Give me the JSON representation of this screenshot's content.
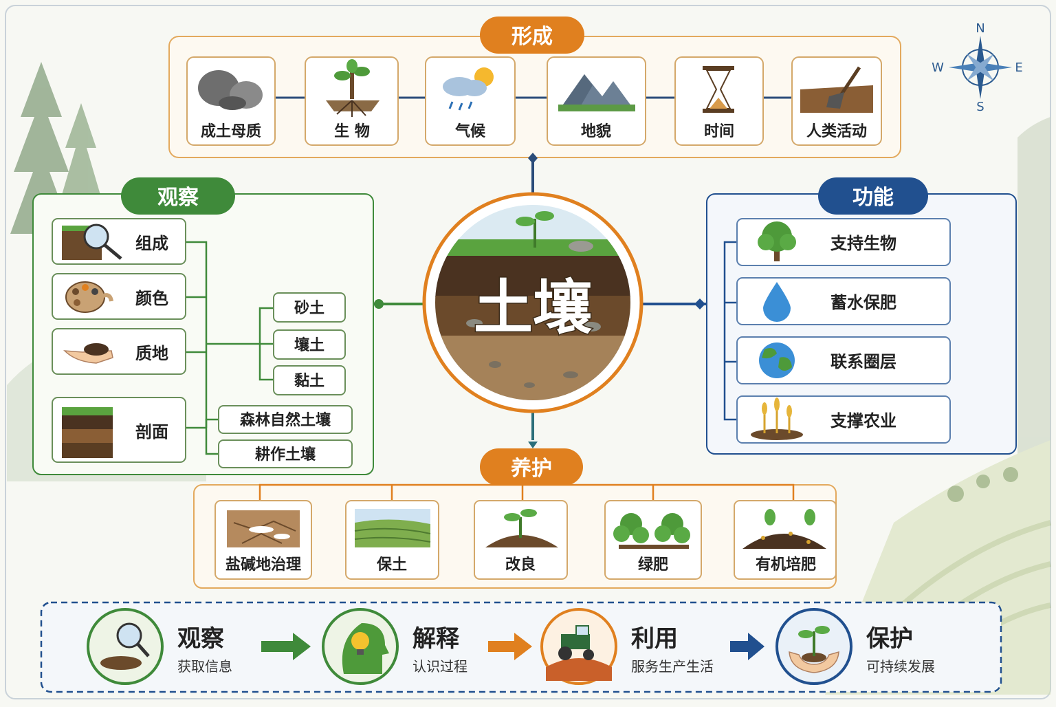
{
  "center": {
    "title": "土壤"
  },
  "formation": {
    "title": "形成",
    "items": [
      {
        "label": "成土母质",
        "icon": "rocks-icon"
      },
      {
        "label": "生 物",
        "icon": "tree-roots-icon"
      },
      {
        "label": "气候",
        "icon": "weather-icon"
      },
      {
        "label": "地貌",
        "icon": "mountain-icon"
      },
      {
        "label": "时间",
        "icon": "hourglass-icon"
      },
      {
        "label": "人类活动",
        "icon": "shovel-icon"
      }
    ]
  },
  "observe": {
    "title": "观察",
    "items": [
      {
        "label": "组成",
        "icon": "magnifier-soil-icon"
      },
      {
        "label": "颜色",
        "icon": "palette-icon"
      },
      {
        "label": "质地",
        "icon": "hand-soil-icon"
      },
      {
        "label": "剖面",
        "icon": "soil-profile-icon"
      }
    ],
    "texture_types": [
      "砂土",
      "壤土",
      "黏土"
    ],
    "profile_types": [
      "森林自然土壤",
      "耕作土壤"
    ]
  },
  "function": {
    "title": "功能",
    "items": [
      {
        "label": "支持生物",
        "icon": "tree-icon"
      },
      {
        "label": "蓄水保肥",
        "icon": "water-drop-icon"
      },
      {
        "label": "联系圈层",
        "icon": "globe-icon"
      },
      {
        "label": "支撑农业",
        "icon": "crops-icon"
      }
    ]
  },
  "care": {
    "title": "养护",
    "items": [
      {
        "label": "盐碱地治理",
        "icon": "saline-soil-icon"
      },
      {
        "label": "保土",
        "icon": "terraces-icon"
      },
      {
        "label": "改良",
        "icon": "sprout-icon"
      },
      {
        "label": "绿肥",
        "icon": "green-manure-icon"
      },
      {
        "label": "有机培肥",
        "icon": "compost-icon"
      }
    ]
  },
  "process": [
    {
      "title": "观察",
      "subtitle": "获取信息",
      "icon": "magnifier-icon"
    },
    {
      "title": "解释",
      "subtitle": "认识过程",
      "icon": "lightbulb-head-icon"
    },
    {
      "title": "利用",
      "subtitle": "服务生产生活",
      "icon": "tractor-icon"
    },
    {
      "title": "保护",
      "subtitle": "可持续发展",
      "icon": "hands-seedling-icon"
    }
  ],
  "compass": {
    "n": "N",
    "s": "S",
    "e": "E",
    "w": "W"
  },
  "colors": {
    "orange": "#e0801f",
    "green": "#3f8a3a",
    "blue": "#21508f",
    "soil": "#6b4a2b"
  }
}
